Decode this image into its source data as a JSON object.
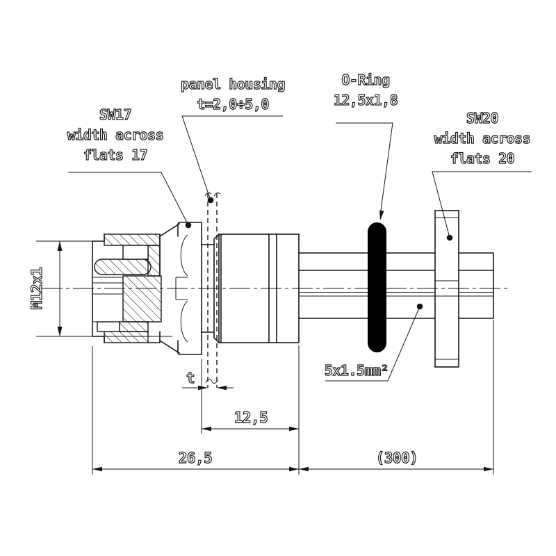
{
  "drawing": {
    "callouts": {
      "sw17": {
        "line1": "SW17",
        "line2": "width across",
        "line3": "flats 17"
      },
      "panel_housing": {
        "line1": "panel housing",
        "line2": "t=2,0÷5,0"
      },
      "o_ring": {
        "line1": "O-Ring",
        "line2": "12,5x1,8"
      },
      "sw20": {
        "line1": "SW20",
        "line2": "width across",
        "line3": "flats 20"
      },
      "cable_cross_section": {
        "line1": "5x1.5mm²"
      }
    },
    "dimensions": {
      "thread": "M12x1",
      "panel_thickness": "t",
      "flange_to_housing_end": "12,5",
      "overall_length": "26,5",
      "cable_length": "(300)"
    },
    "colors": {
      "ink": "#141414",
      "background": "#ffffff",
      "o_ring_fill": "#000000"
    }
  }
}
